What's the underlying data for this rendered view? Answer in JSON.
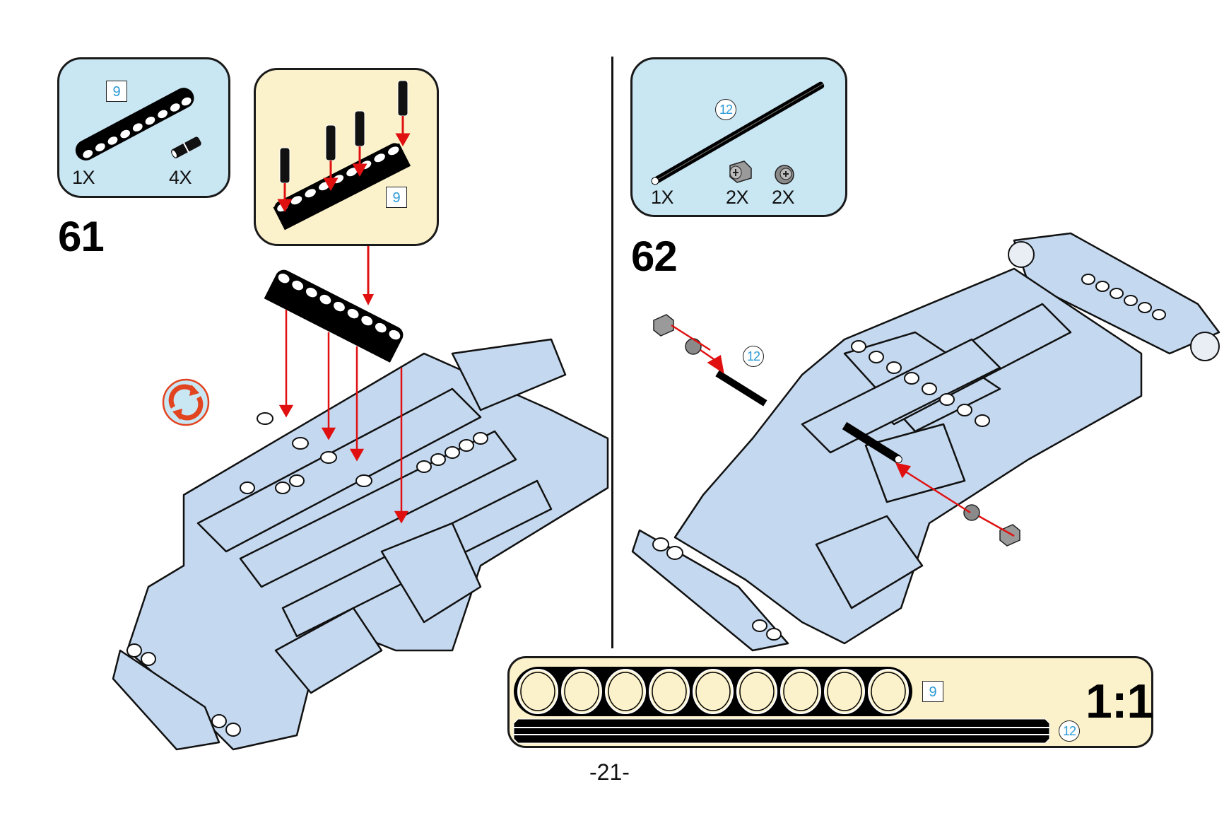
{
  "page": {
    "page_number": "-21-"
  },
  "steps": [
    {
      "number": "61",
      "parts": [
        {
          "name": "beam",
          "length_label": "9",
          "quantity": "1X"
        },
        {
          "name": "pin",
          "quantity": "4X"
        }
      ],
      "subassembly": {
        "beam_length_label": "9",
        "pins_inserted": 4
      },
      "rotate_icon": "rotate-model-icon"
    },
    {
      "number": "62",
      "parts": [
        {
          "name": "axle",
          "length_label": "12",
          "quantity": "1X"
        },
        {
          "name": "bush",
          "quantity": "2X"
        },
        {
          "name": "half-bush",
          "quantity": "2X"
        }
      ],
      "axle_callout_label": "12"
    }
  ],
  "ruler": {
    "beam_label": "9",
    "beam_holes": 9,
    "axle_label": "12",
    "scale": "1:1"
  },
  "colors": {
    "parts_box_bg": "#c9e6f3",
    "subassembly_bg": "#fbf2cb",
    "model_fill": "#c4d8ef",
    "arrow_red": "#e01010",
    "label_blue": "#2b9ad6",
    "rotate_icon": "#e2441f"
  }
}
